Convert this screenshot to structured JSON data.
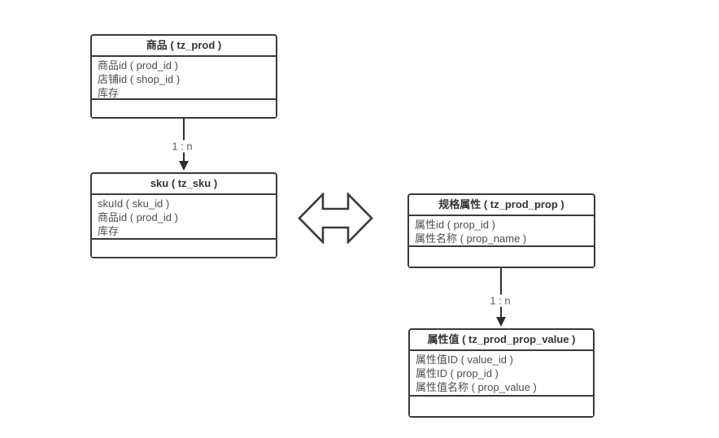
{
  "diagram": {
    "type": "entity-relationship",
    "colors": {
      "background": "#ffffff",
      "entity_border": "#3a3a3a",
      "header_text": "#333333",
      "body_text": "#4d4d4d",
      "connector": "#2e2e2e",
      "label_text": "#595959"
    }
  },
  "entities": [
    {
      "title": "商品 ( tz_prod )",
      "rows": [
        "商品id ( prod_id )",
        "店铺id ( shop_id )",
        "库存"
      ]
    },
    {
      "title": "sku ( tz_sku )",
      "rows": [
        "skuId ( sku_id )",
        "商品id ( prod_id )",
        "库存"
      ]
    },
    {
      "title": "规格属性 ( tz_prod_prop )",
      "rows": [
        "属性id ( prop_id )",
        "属性名称 ( prop_name )"
      ]
    },
    {
      "title": "属性值 ( tz_prod_prop_value )",
      "rows": [
        "属性值ID ( value_id )",
        "属性ID ( prop_id )",
        "属性值名称 ( prop_value )"
      ]
    }
  ],
  "connectors": [
    {
      "label": "1 : n",
      "from": "商品 ( tz_prod )",
      "to": "sku ( tz_sku )"
    },
    {
      "label": "1 : n",
      "from": "规格属性 ( tz_prod_prop )",
      "to": "属性值 ( tz_prod_prop_value )"
    }
  ]
}
